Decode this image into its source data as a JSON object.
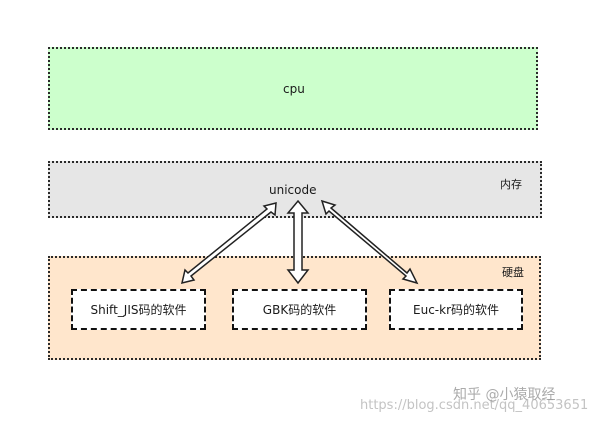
{
  "cpu": {
    "label": "cpu",
    "fill": "#ccffcc"
  },
  "memory": {
    "label": "内存",
    "content": "unicode",
    "fill": "#e6e6e6"
  },
  "disk": {
    "label": "硬盘",
    "fill": "#ffe6cc",
    "software": [
      "Shift_JIS码的软件",
      "GBK码的软件",
      "Euc-kr码的软件"
    ]
  },
  "watermark": {
    "brand": "知乎 @小猿取经",
    "url": "https://blog.csdn.net/qq_40653651"
  }
}
